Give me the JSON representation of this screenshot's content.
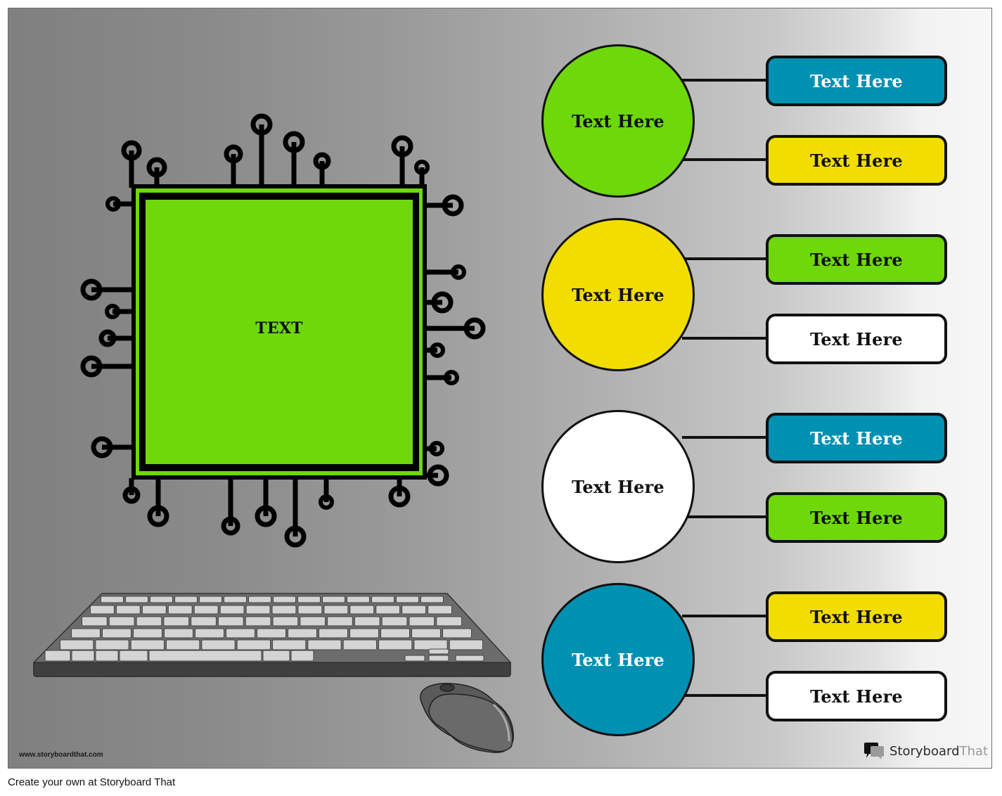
{
  "diagram": {
    "chip": {
      "label": "TEXT",
      "fill": "#6ed80a"
    },
    "groups": [
      {
        "circle": {
          "label": "Text Here",
          "fill": "#6ed80a",
          "text_color": "#111111"
        },
        "boxes": [
          {
            "label": "Text Here",
            "fill": "#0090b2",
            "text_color": "#ffffff"
          },
          {
            "label": "Text Here",
            "fill": "#f2dd00",
            "text_color": "#111111"
          }
        ]
      },
      {
        "circle": {
          "label": "Text Here",
          "fill": "#f2dd00",
          "text_color": "#111111"
        },
        "boxes": [
          {
            "label": "Text Here",
            "fill": "#6ed80a",
            "text_color": "#111111"
          },
          {
            "label": "Text Here",
            "fill": "#ffffff",
            "text_color": "#111111"
          }
        ]
      },
      {
        "circle": {
          "label": "Text Here",
          "fill": "#ffffff",
          "text_color": "#111111"
        },
        "boxes": [
          {
            "label": "Text Here",
            "fill": "#0090b2",
            "text_color": "#ffffff"
          },
          {
            "label": "Text Here",
            "fill": "#6ed80a",
            "text_color": "#111111"
          }
        ]
      },
      {
        "circle": {
          "label": "Text Here",
          "fill": "#0090b2",
          "text_color": "#ffffff"
        },
        "boxes": [
          {
            "label": "Text Here",
            "fill": "#f2dd00",
            "text_color": "#111111"
          },
          {
            "label": "Text Here",
            "fill": "#ffffff",
            "text_color": "#111111"
          }
        ]
      }
    ],
    "illustrations": [
      "circuit-chip",
      "keyboard",
      "mouse"
    ]
  },
  "watermark": {
    "url": "www.storyboardthat.com",
    "brand_dark": "Storyboard",
    "brand_light": "That"
  },
  "footer": {
    "text": "Create your own at Storyboard That"
  }
}
